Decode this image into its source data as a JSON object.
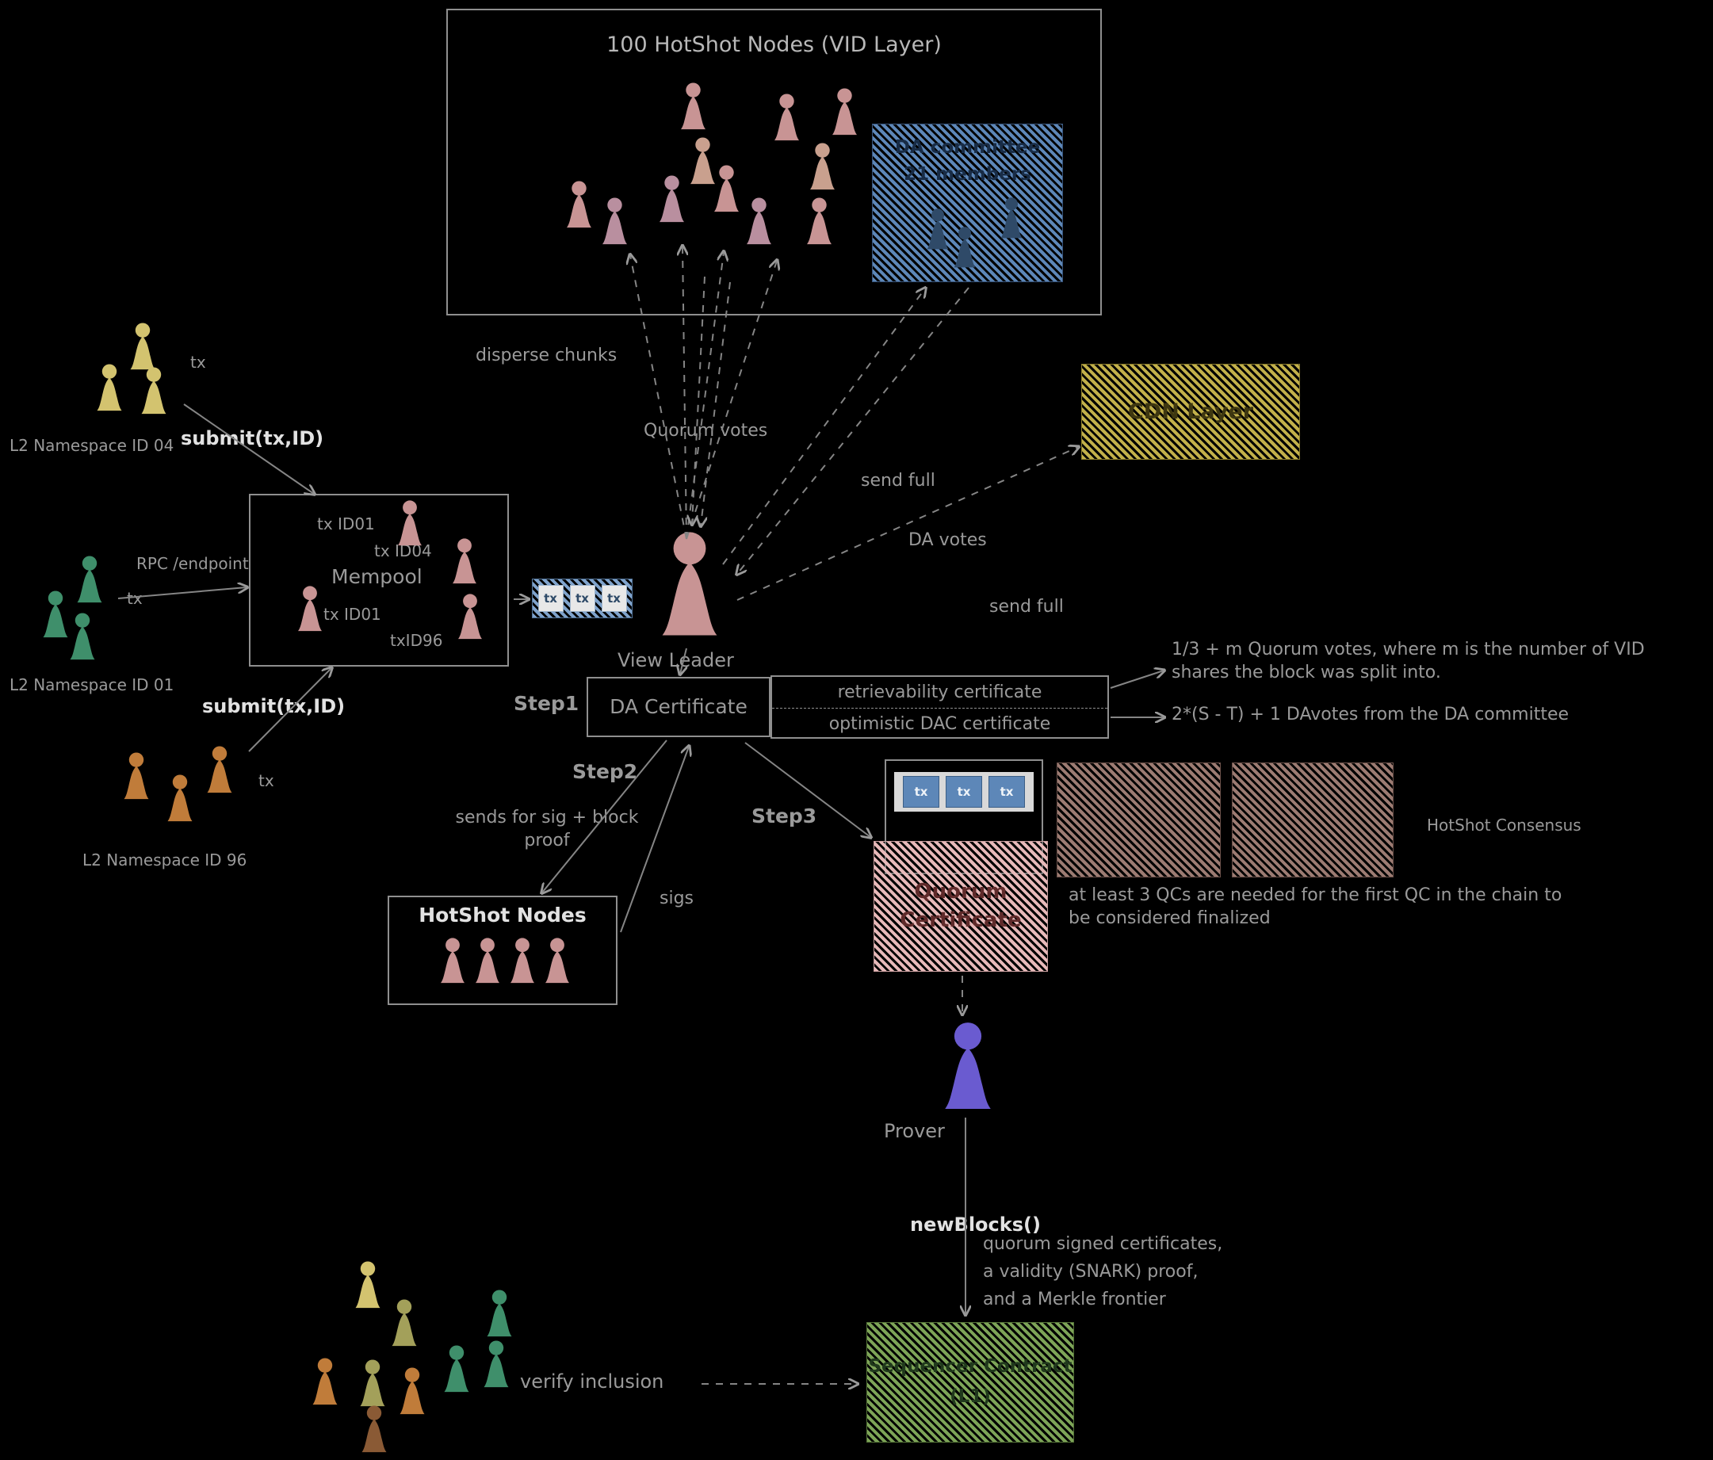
{
  "colors": {
    "bg": "#000000",
    "text-gray": "#9a9a9a",
    "text-light": "#e2e2e2",
    "committee-blue": "#5d87b8",
    "block-blue": "#7fa3cc",
    "chip-blue": "#5d87b8",
    "cdn-yellow": "#c2b04a",
    "qc-pink": "#e7b9b9",
    "qc-text": "#5f2a2a",
    "consensus-brown": "#9c7b72",
    "contract-green": "#7da457",
    "contract-text": "#20391c",
    "prover-purple": "#6a5bd0",
    "pawn-rose": "#c89494",
    "pawn-navy": "#2f4a68",
    "pawn-yellow": "#d3c36f",
    "pawn-green": "#3f8f6b",
    "pawn-orange": "#c07c3a",
    "pawn-olive": "#a3a05a",
    "pawn-brown": "#8a5a35"
  },
  "vid_layer": {
    "title": "100 HotShot Nodes (VID Layer)"
  },
  "committee": {
    "line1": "DA committee",
    "line2": "21 members"
  },
  "cdn": {
    "label": "CDN Layer"
  },
  "namespaces": {
    "ns04": {
      "label": "L2 Namespace ID 04",
      "tx": "tx",
      "action": "submit(tx,ID)"
    },
    "ns01": {
      "label": "L2 Namespace ID 01",
      "tx": "tx",
      "rpc": "RPC /endpoint"
    },
    "ns96": {
      "label": "L2 Namespace ID 96",
      "tx": "tx",
      "action": "submit(tx,ID)"
    }
  },
  "mempool": {
    "title": "Mempool",
    "entries": [
      "tx ID01",
      "tx ID04",
      "tx ID01",
      "txID96"
    ]
  },
  "view_leader": {
    "label": "View Leader"
  },
  "edges": {
    "disperse": "disperse chunks",
    "quorum_votes": "Quorum votes",
    "send_full_committee": "send full",
    "da_votes": "DA votes",
    "send_full_cdn": "send full",
    "step1": "Step1",
    "step2": "Step2",
    "step3": "Step3",
    "sends_for_sig": "sends for sig + block proof",
    "sigs": "sigs",
    "verify_inclusion": "verify inclusion",
    "new_blocks": "newBlocks()",
    "new_blocks_payload": [
      "quorum signed certificates,",
      "a validity (SNARK) proof,",
      "and a Merkle frontier"
    ]
  },
  "da_certificate": {
    "label": "DA Certificate",
    "options": [
      "retrievability certificate",
      "optimistic DAC certificate"
    ],
    "notes": [
      "1/3 + m Quorum votes, where m is the number of VID shares the block was split into.",
      "2*(S - T) + 1 DAvotes from the DA committee"
    ]
  },
  "hotshot_nodes": {
    "title": "HotShot Nodes"
  },
  "quorum_certificate": {
    "line1": "Quorum",
    "line2": "Certificate"
  },
  "consensus": {
    "label": "HotShot Consensus",
    "note": "at least 3 QCs are needed for the first QC in the chain to be considered finalized"
  },
  "prover": {
    "label": "Prover"
  },
  "contract": {
    "line1": "Sequencer Contract",
    "line2": "(L1)"
  },
  "chip": {
    "tx": "tx"
  }
}
